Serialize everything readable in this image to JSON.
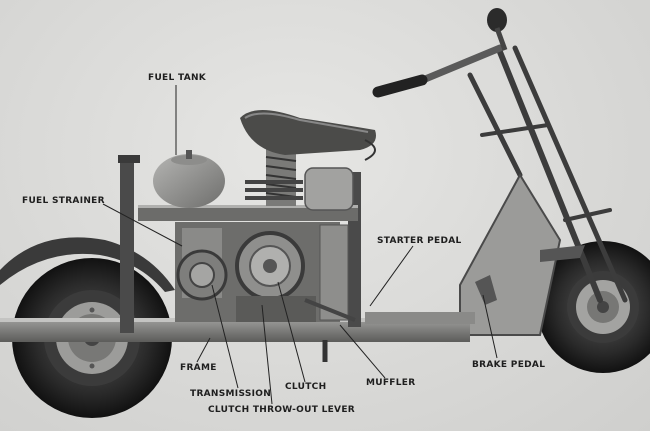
{
  "diagram": {
    "labels": {
      "fuel_tank": "FUEL TANK",
      "fuel_strainer": "FUEL STRAINER",
      "starter_pedal": "STARTER PEDAL",
      "frame": "FRAME",
      "transmission": "TRANSMISSION",
      "clutch": "CLUTCH",
      "muffler": "MUFFLER",
      "brake_pedal": "BRAKE PEDAL",
      "clutch_throw_out_lever": "CLUTCH THROW-OUT LEVER"
    }
  }
}
